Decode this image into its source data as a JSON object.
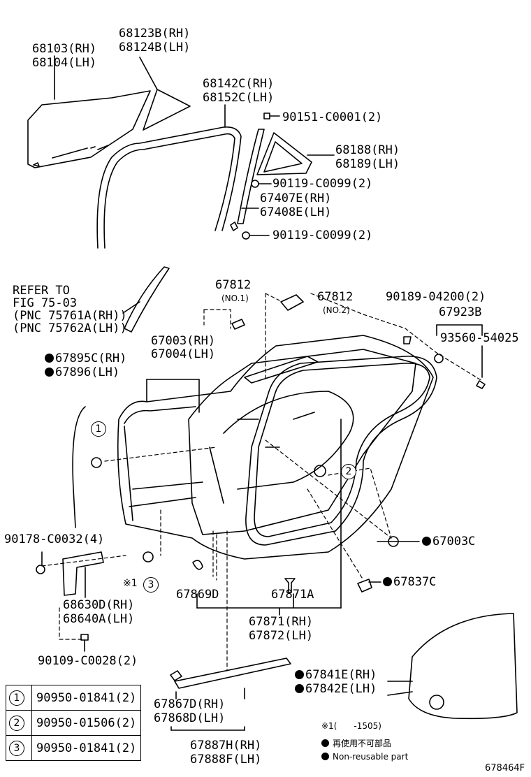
{
  "parts": {
    "p68103": "68103(RH)",
    "p68104": "68104(LH)",
    "p68123B": "68123B(RH)",
    "p68124B": "68124B(LH)",
    "p68142C": "68142C(RH)",
    "p68152C": "68152C(LH)",
    "p90151": "90151-C0001(2)",
    "p68188": "68188(RH)",
    "p68189": "68189(LH)",
    "p90119a": "90119-C0099(2)",
    "p67407E": "67407E(RH)",
    "p67408E": "67408E(LH)",
    "p90119b": "90119-C0099(2)",
    "refer1": "REFER TO",
    "refer2": "FIG 75-03",
    "refer3": "(PNC 75761A(RH))",
    "refer4": "(PNC 75762A(LH))",
    "p67812a": "67812",
    "p67812a_sub": "(NO.1)",
    "p67812b": "67812",
    "p67812b_sub": "(NO.2)",
    "p90189": "90189-04200(2)",
    "p67923B": "67923B",
    "p93560": "93560-54025",
    "p67003": "67003(RH)",
    "p67004": "67004(LH)",
    "p67895C": "67895C(RH)",
    "p67896": "67896(LH)",
    "p90178": "90178-C0032(4)",
    "p67003C": "67003C",
    "p67837C": "67837C",
    "note1": "※1",
    "p68630D": "68630D(RH)",
    "p68640A": "68640A(LH)",
    "p67869D": "67869D",
    "p67871A": "67871A",
    "p67871": "67871(RH)",
    "p67872": "67872(LH)",
    "p90109": "90109-C0028(2)",
    "p67841E": "67841E(RH)",
    "p67842E": "67842E(LH)",
    "p67867D": "67867D(RH)",
    "p67868D": "67868D(LH)",
    "p67887H": "67887H(RH)",
    "p67888F": "67888F(LH)"
  },
  "callouts": {
    "c1": "1",
    "c2": "2",
    "c3": "3"
  },
  "legend": [
    {
      "num": "1",
      "part": "90950-01841(2)"
    },
    {
      "num": "2",
      "part": "90950-01506(2)"
    },
    {
      "num": "3",
      "part": "90950-01841(2)"
    }
  ],
  "notes": {
    "n1": "※1(　　-1505)",
    "n2": "再使用不可部品",
    "n3": "Non-reusable part"
  },
  "figure_id": "678464F"
}
